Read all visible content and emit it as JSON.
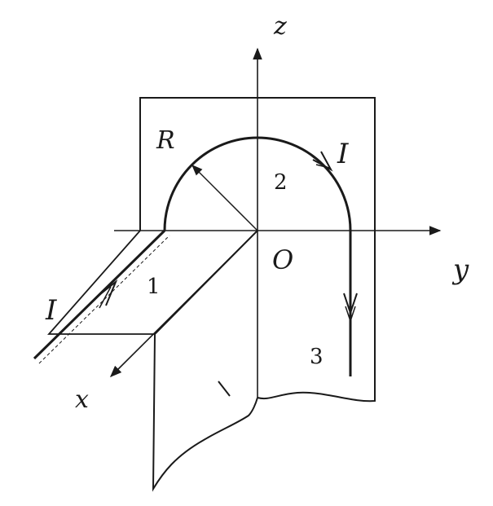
{
  "diagram": {
    "labels": {
      "axis_z": "z",
      "axis_y": "y",
      "axis_x": "x",
      "origin": "O",
      "radius": "R",
      "current_in": "I",
      "current_arc": "I",
      "segment_1": "1",
      "segment_2": "2",
      "segment_3": "3"
    },
    "colors": {
      "ink": "#1a1a1a",
      "background": "#ffffff"
    }
  }
}
